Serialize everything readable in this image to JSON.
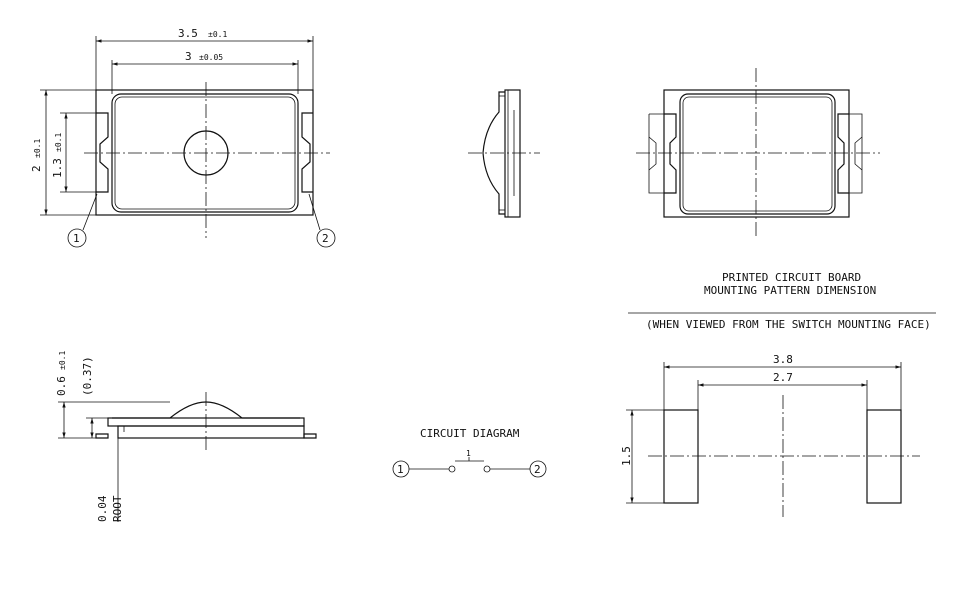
{
  "top_view": {
    "width_overall": "3.5",
    "width_overall_tol": "±0.1",
    "width_body": "3",
    "width_body_tol": "±0.05",
    "height_overall": "2",
    "height_overall_tol": "±0.1",
    "height_terminal": "1.3",
    "height_terminal_tol": "±0.1",
    "terminal_1": "1",
    "terminal_2": "2"
  },
  "side_view": {
    "height_total": "0.6",
    "height_total_tol": "±0.1",
    "height_body": "(0.37)",
    "root_gap": "0.04",
    "root_label": "ROOT"
  },
  "circuit": {
    "title": "CIRCUIT DIAGRAM",
    "terminal_1": "1",
    "terminal_2": "2",
    "switch_label": "1"
  },
  "pcb": {
    "title_line1": "PRINTED CIRCUIT BOARD",
    "title_line2": "MOUNTING PATTERN DIMENSION",
    "subtitle": "(WHEN VIEWED FROM THE SWITCH MOUNTING FACE)",
    "width_outer": "3.8",
    "width_inner": "2.7",
    "pad_height": "1.5"
  }
}
